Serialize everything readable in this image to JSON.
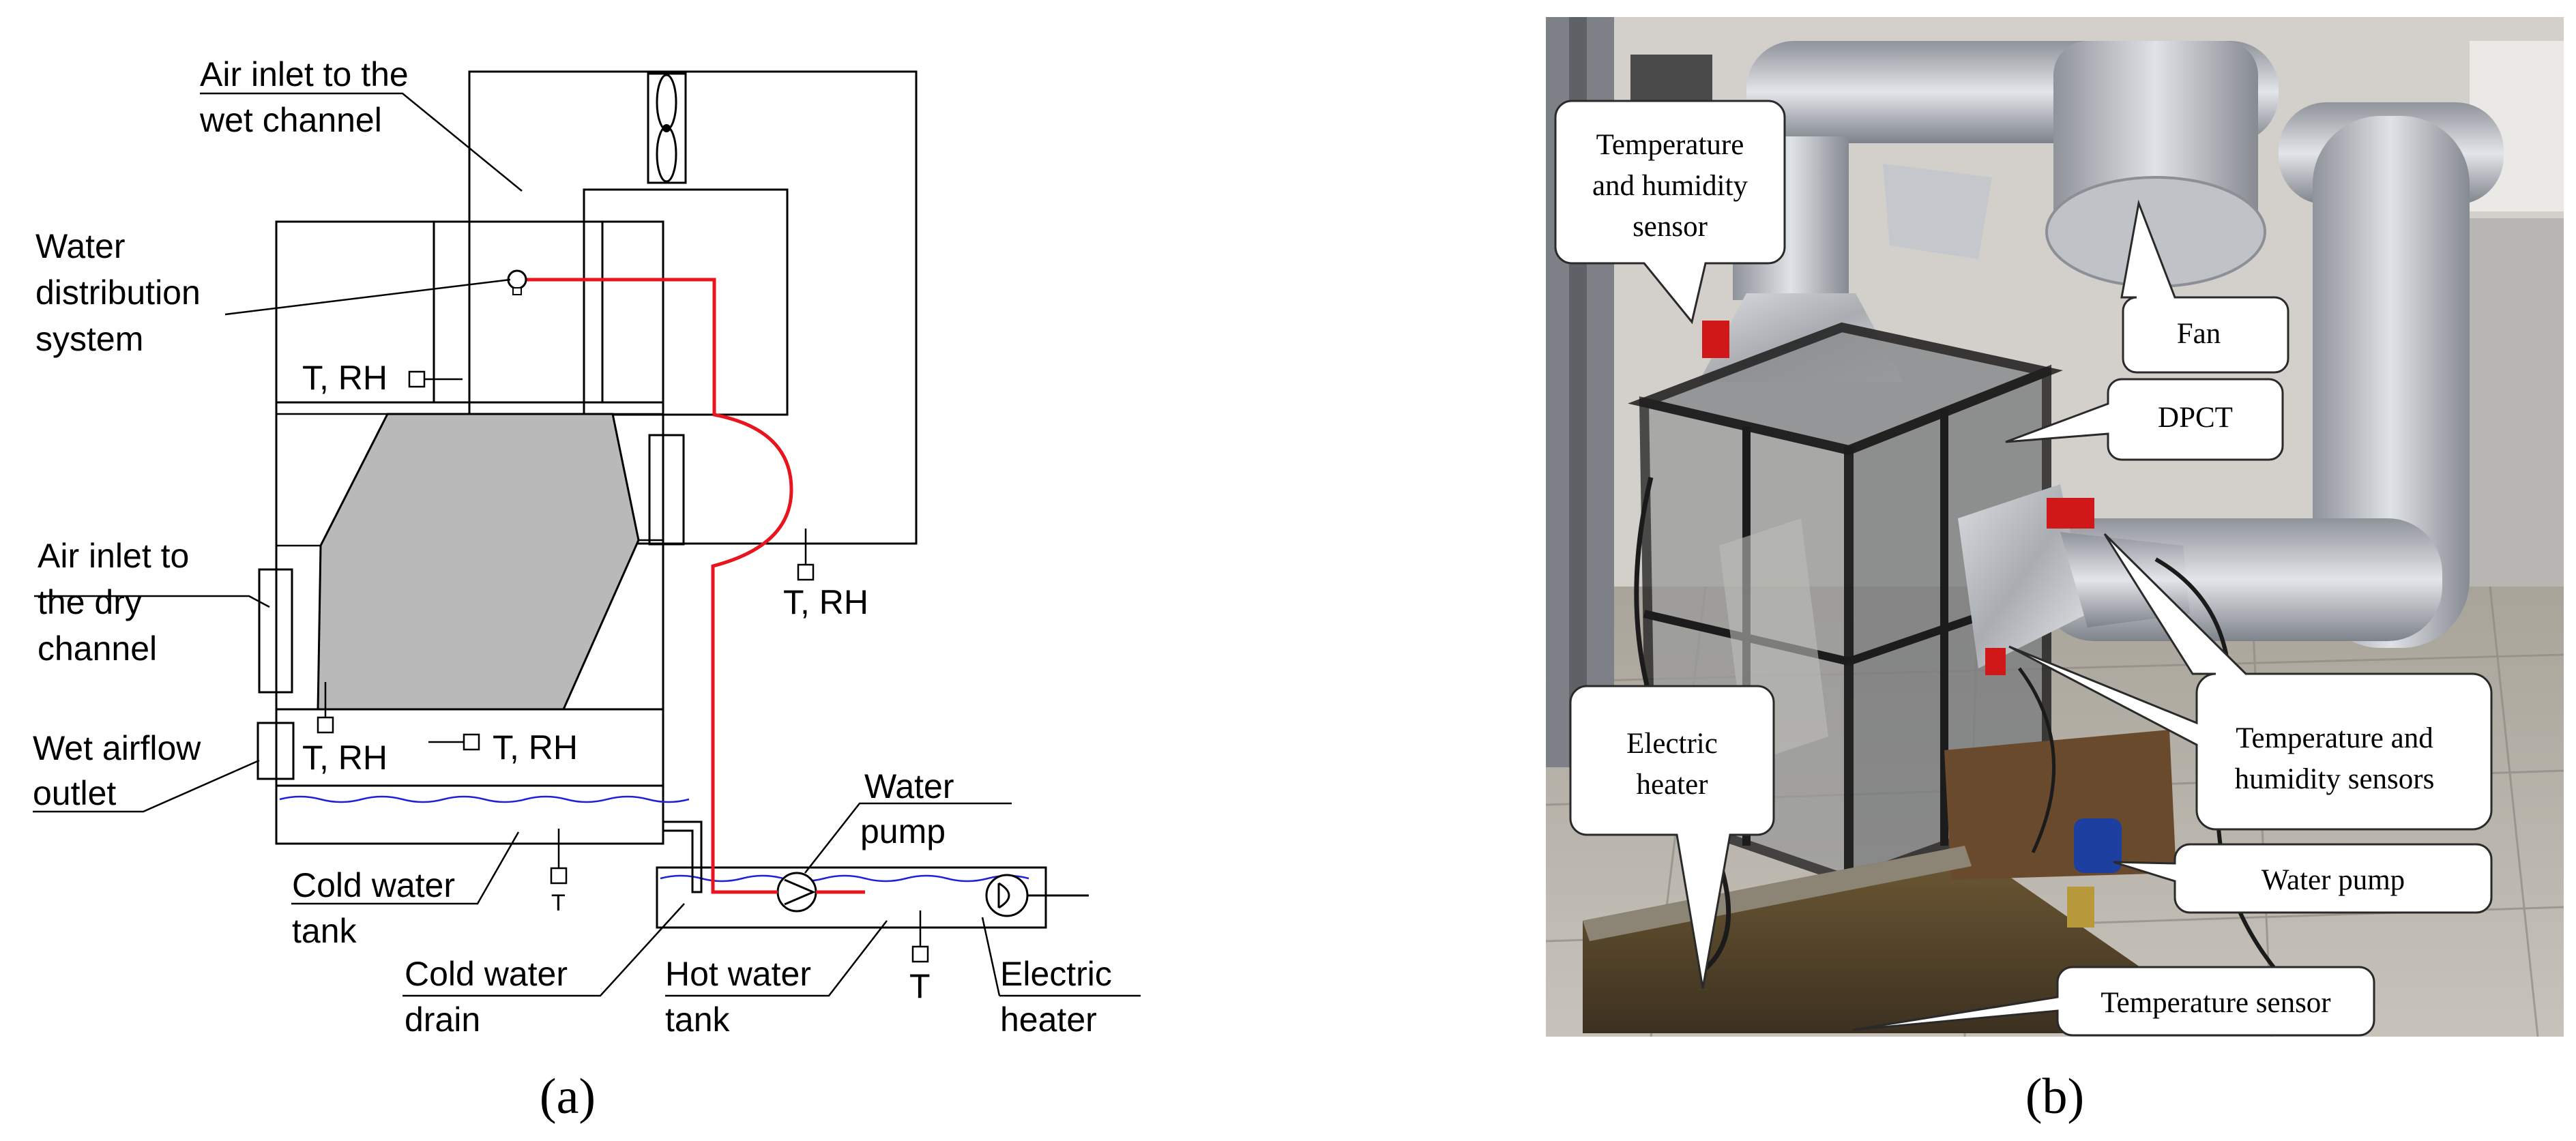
{
  "panel_a": {
    "caption": "(a)",
    "labels": {
      "air_inlet_wet": [
        "Air inlet to the",
        "wet channel"
      ],
      "water_distribution": [
        "Water",
        "distribution",
        "system"
      ],
      "sensor_top": "T, RH",
      "air_inlet_dry": [
        "Air inlet to",
        "the dry",
        "channel"
      ],
      "sensor_right": "T, RH",
      "sensor_bottom_left": "T, RH",
      "sensor_bottom_right": "T, RH",
      "wet_airflow_outlet": [
        "Wet airflow",
        "outlet"
      ],
      "water_pump": [
        "Water",
        "pump"
      ],
      "cold_water_tank": [
        "Cold water",
        "tank"
      ],
      "cold_tank_sensor": "T",
      "cold_water_drain": [
        "Cold water",
        "drain"
      ],
      "hot_water_tank": [
        "Hot water",
        "tank"
      ],
      "hot_tank_sensor": "T",
      "electric_heater": [
        "Electric",
        "heater"
      ]
    }
  },
  "panel_b": {
    "caption": "(b)",
    "callouts": {
      "temp_humidity_sensor": [
        "Temperature",
        "and humidity",
        "sensor"
      ],
      "fan": "Fan",
      "dpct": "DPCT",
      "temp_humidity_sensors": [
        "Temperature and",
        "humidity sensors"
      ],
      "electric_heater": [
        "Electric",
        "heater"
      ],
      "water_pump": "Water pump",
      "temperature_sensor": "Temperature sensor"
    }
  },
  "colors": {
    "hot_pipe": "#e8141e",
    "water_level": "#2020d8",
    "heat_exchanger": "#b9b9b9",
    "callout_bubble": "#ffffff"
  }
}
